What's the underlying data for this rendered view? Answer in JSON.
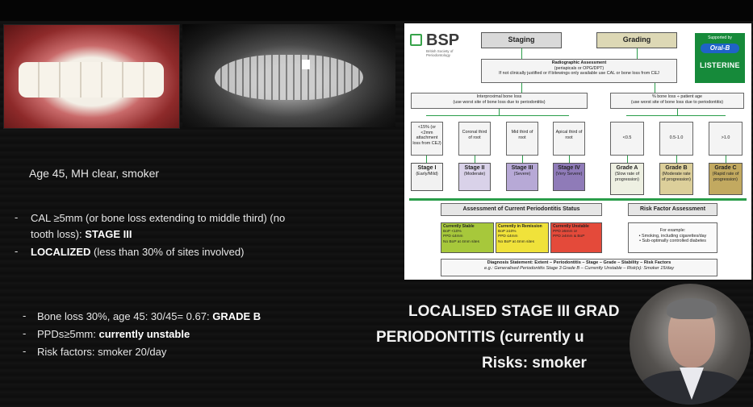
{
  "left_text": {
    "case_line": "Age 45, MH clear, smoker",
    "staging": [
      {
        "bullet": "-",
        "line1": "CAL ≥5mm (or bone loss extending to middle third) (no",
        "line2_prefix": "tooth loss): ",
        "line2_bold": "STAGE III"
      },
      {
        "bullet": "-",
        "bold": "LOCALIZED",
        "rest": " (less than 30% of sites involved)"
      }
    ],
    "grading": [
      {
        "bullet": "-",
        "text": "Bone loss 30%, age 45:  30/45= 0.67: ",
        "bold": "GRADE B"
      },
      {
        "bullet": "-",
        "text": "PPDs≥5mm: ",
        "bold": "currently unstable"
      },
      {
        "bullet": "-",
        "text": "Risk factors: smoker 20/day",
        "bold": ""
      }
    ]
  },
  "diagnosis_overlay": {
    "line1": "LOCALISED STAGE III GRAD",
    "line2": "PERIODONTITIS (currently u",
    "line3": "Risks: smoker"
  },
  "chart": {
    "logo": "BSP",
    "logo_sub1": "British Society of",
    "logo_sub2": "Periodontology",
    "staging_header": "Staging",
    "grading_header": "Grading",
    "sponsor_top": "Supported by",
    "sponsor_brand": "Oral-B",
    "sponsor_listerine": "LISTERINE",
    "radiographic": {
      "title": "Radiographic Assessment",
      "l2": "(periapicals or OPG/DPT)",
      "l3": "If not clinically justified or if bitewings only available use CAL or bone loss from CEJ"
    },
    "interproximal": {
      "l1": "Interproximal bone loss",
      "l2": "(use worst site of bone loss due to periodontitis)"
    },
    "bone_age": {
      "l1": "% bone loss ÷ patient age",
      "l2": "(use worst site of bone loss due to periodontitis)"
    },
    "stage_criteria": [
      {
        "t": "<15% (or <2mm attachment loss from CEJ)"
      },
      {
        "t": "Coronal third of root"
      },
      {
        "t": "Mid third of root"
      },
      {
        "t": "Apical third of root"
      }
    ],
    "stages": [
      {
        "name": "Stage I",
        "desc": "(Early/Mild)",
        "color": "#f1f1f1"
      },
      {
        "name": "Stage II",
        "desc": "(Moderate)",
        "color": "#d9d2e9"
      },
      {
        "name": "Stage III",
        "desc": "(Severe)",
        "color": "#b7a9d6"
      },
      {
        "name": "Stage IV",
        "desc": "(Very Severe)",
        "color": "#8f7bb8"
      }
    ],
    "grade_criteria": [
      {
        "t": "<0.5"
      },
      {
        "t": "0.5-1.0"
      },
      {
        "t": ">1.0"
      }
    ],
    "grades": [
      {
        "name": "Grade A",
        "desc": "(Slow rate of progression)",
        "color": "#eef0e2"
      },
      {
        "name": "Grade B",
        "desc": "(Moderate rate of progression)",
        "color": "#dccf9a"
      },
      {
        "name": "Grade C",
        "desc": "(Rapid rate of progression)",
        "color": "#c2a960"
      }
    ],
    "current_status_title": "Assessment of Current Periodontitis Status",
    "risk_title": "Risk Factor Assessment",
    "statuses": [
      {
        "title": "Currently Stable",
        "l1": "BoP <10%",
        "l2": "PPD ≤4mm",
        "l3": "No BoP at 4mm sites",
        "color": "#a7c83b"
      },
      {
        "title": "Currently in Remission",
        "l1": "BoP ≥10%",
        "l2": "PPD ≤4mm",
        "l3": "No BoP at 4mm sites",
        "color": "#f0e23a"
      },
      {
        "title": "Currently Unstable",
        "l1": "PPD ≥5mm or",
        "l2": "PPD ≥4mm & BoP",
        "l3": "",
        "color": "#e44a3a"
      }
    ],
    "risk_example": {
      "l1": "For example:",
      "l2": "•  Smoking, including cigarettes/day",
      "l3": "•  Sub-optimally controlled diabetes"
    },
    "diagnosis": {
      "l1": "Diagnosis Statement: Extent – Periodontitis – Stage – Grade – Stability – Risk Factors",
      "l2": "e.g.: Generalised Periodontitis Stage 3 Grade B – Currently Unstable – Risk(s): Smoker 15/day"
    },
    "accent_color": "#2a9d4a"
  }
}
